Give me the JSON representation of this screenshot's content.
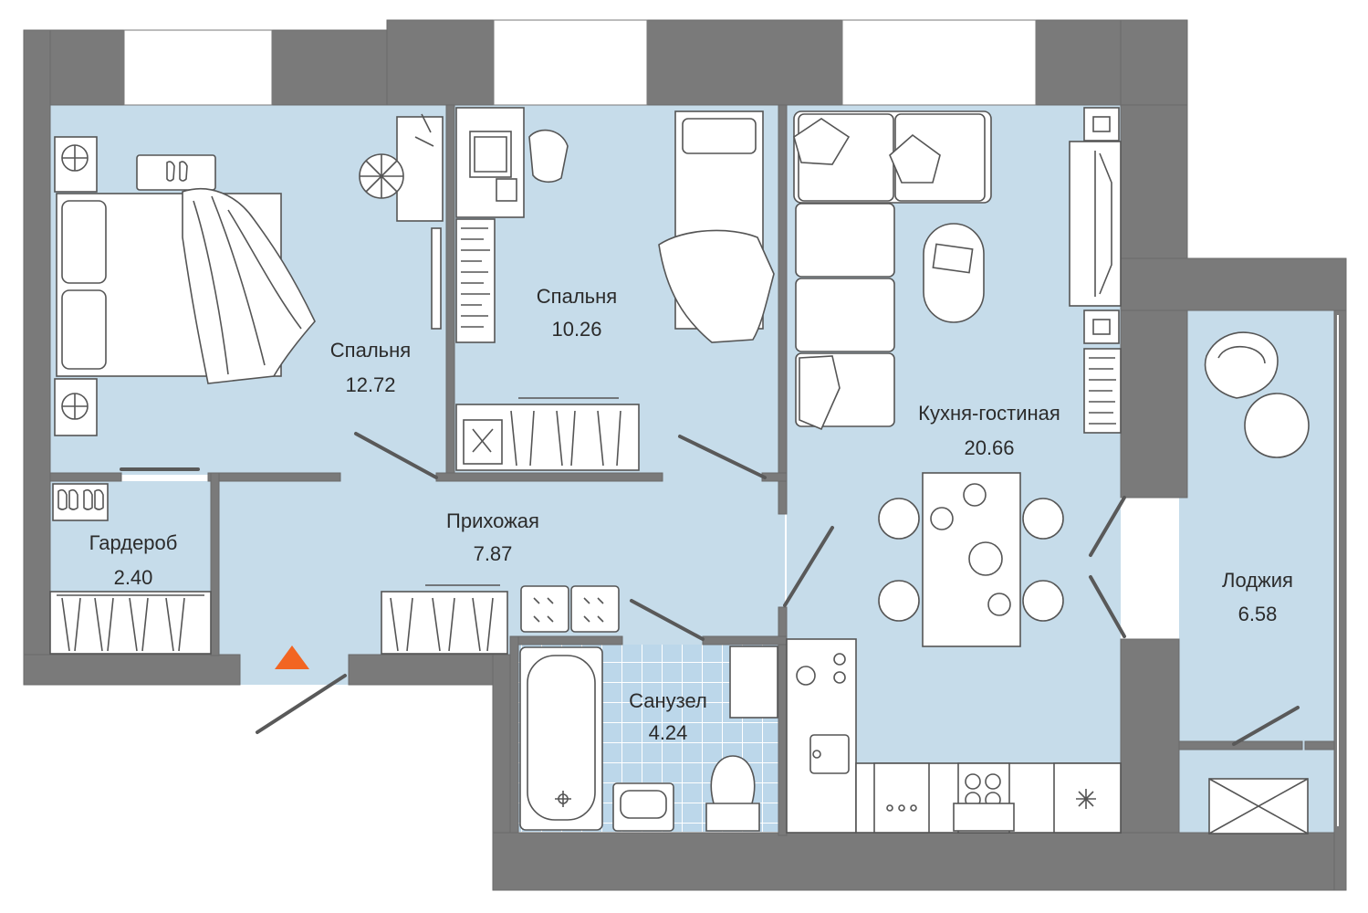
{
  "rooms": [
    {
      "name": "Спальня",
      "area": "12.72"
    },
    {
      "name": "Спальня",
      "area": "10.26"
    },
    {
      "name": "Кухня-гостиная",
      "area": "20.66"
    },
    {
      "name": "Гардероб",
      "area": "2.40"
    },
    {
      "name": "Прихожая",
      "area": "7.87"
    },
    {
      "name": "Санузел",
      "area": "4.24"
    },
    {
      "name": "Лоджия",
      "area": "6.58"
    }
  ],
  "colors": {
    "wall": "#7a7a7a",
    "floor": "#c6dcea",
    "bathroom_floor": "#bcd7ea",
    "tile_lines": "#ffffff",
    "furniture": "#ffffff",
    "outline": "#555555",
    "entrance_marker": "#f26522"
  },
  "icons": {
    "entrance": "entrance-triangle-icon"
  }
}
